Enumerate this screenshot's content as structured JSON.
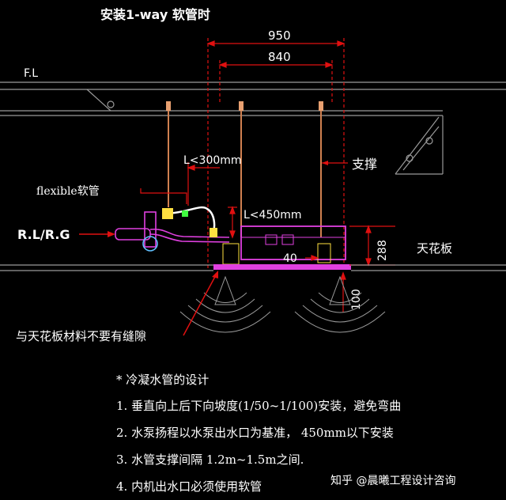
{
  "title": "安装1-way 软管时",
  "dims": {
    "top1": "950",
    "top2": "840",
    "l300": "L<300mm",
    "l450": "L<450mm",
    "d40": "40",
    "h288": "288",
    "h100": "100"
  },
  "labels": {
    "fl": "F.L",
    "support": "支撑",
    "flexible": "flexible软管",
    "rlrg": "R.L/R.G",
    "ceiling": "天花板",
    "gap_note": "与天花板材料不要有缝隙"
  },
  "notes": {
    "heading": "* 冷凝水管的设计",
    "items": [
      "1. 垂直向上后下向坡度(1/50~1/100)安装，避免弯曲",
      "2. 水泵扬程以水泵出水口为基准， 450mm以下安装",
      "3. 水管支撑间隔 1.2m~1.5m之间.",
      "4. 内机出水口必须使用软管"
    ]
  },
  "watermark": "知乎 @晨曦工程设计咨询",
  "colors": {
    "dim_red": "#e01010",
    "pipe_magenta": "#e040e0",
    "grey": "#9a9a9a",
    "rod": "#d08050",
    "green": "#40ff40",
    "yellow": "#ffe040"
  }
}
